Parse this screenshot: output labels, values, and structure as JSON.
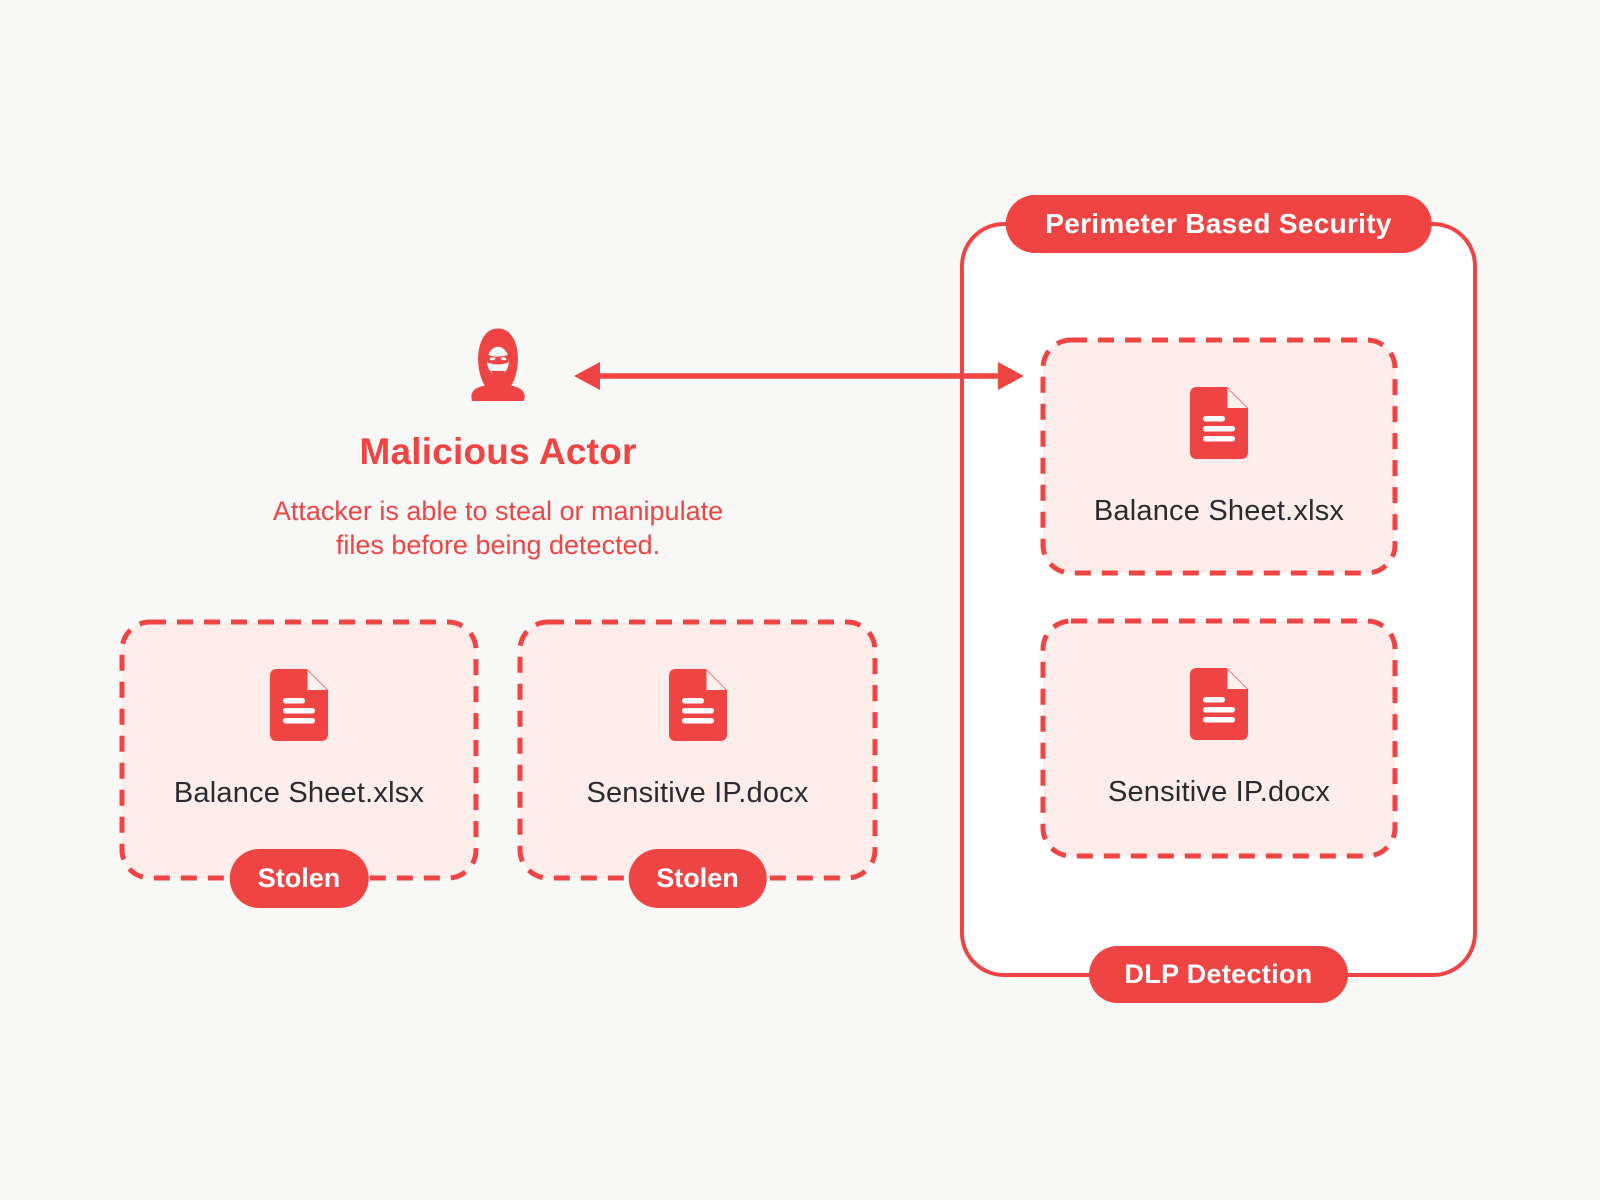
{
  "palette": {
    "red": "#ef4444",
    "light_pink": "#fcedeb",
    "page_background": "#f8f8f7",
    "perimeter_interior": "#ffffff",
    "dark_text": "#2a2b2f",
    "badge_text": "#ffffff"
  },
  "actor": {
    "icon": "hacker-icon",
    "title": "Malicious Actor",
    "subtitle_line1": "Attacker is able to steal or manipulate",
    "subtitle_line2": "files before being detected."
  },
  "arrow": {
    "type": "double-headed-horizontal",
    "color": "#ef4444"
  },
  "outside_files": [
    {
      "name": "Balance Sheet.xlsx",
      "badge": "Stolen",
      "icon": "document-icon"
    },
    {
      "name": "Sensitive IP.docx",
      "badge": "Stolen",
      "icon": "document-icon"
    }
  ],
  "perimeter": {
    "top_badge": "Perimeter Based Security",
    "bottom_badge": "DLP Detection",
    "files": [
      {
        "name": "Balance Sheet.xlsx",
        "icon": "document-icon"
      },
      {
        "name": "Sensitive IP.docx",
        "icon": "document-icon"
      }
    ]
  }
}
